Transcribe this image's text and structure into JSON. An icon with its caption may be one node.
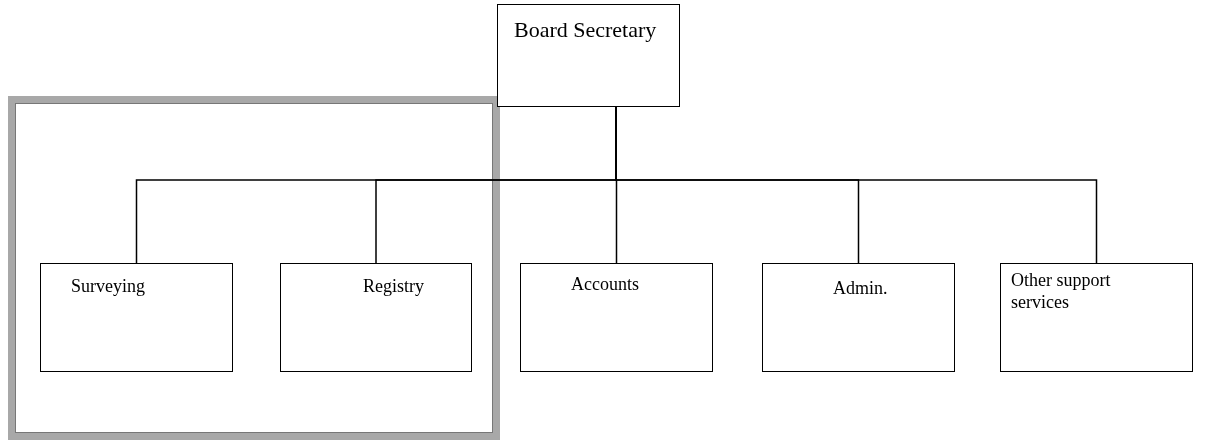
{
  "diagram": {
    "nodes": [
      {
        "text": [
          "Board Secretary"
        ]
      },
      {
        "text": [],
        "shape": "box"
      },
      {
        "text": [
          "Surveying"
        ],
        "in": 1
      },
      {
        "text": [
          "Registry"
        ],
        "in": 1
      },
      {
        "text": [
          "Accounts"
        ]
      },
      {
        "text": [
          "Admin."
        ]
      },
      {
        "text": [
          "Other support services"
        ]
      }
    ],
    "edges": [
      {
        "from": 0,
        "to": 2,
        "arrow": "none"
      },
      {
        "from": 0,
        "to": 3,
        "arrow": "none"
      },
      {
        "from": 0,
        "to": 4,
        "arrow": "none"
      },
      {
        "from": 0,
        "to": 5,
        "arrow": "none"
      },
      {
        "from": 0,
        "to": 6,
        "arrow": "none"
      }
    ]
  }
}
